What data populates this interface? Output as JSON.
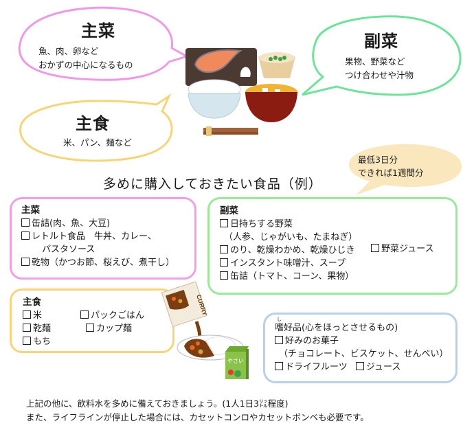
{
  "bubbles": {
    "shusai": {
      "title": "主菜",
      "lines": [
        "魚、肉、卵など",
        "おかずの中心になるもの"
      ],
      "color": "#ee9ae8"
    },
    "fukusai": {
      "title": "副菜",
      "lines": [
        "果物、野菜など",
        "つけ合わせや汁物"
      ],
      "color": "#6fe39a"
    },
    "shushoku": {
      "title": "主食",
      "lines": [
        "米、パン、麺など"
      ],
      "color": "#f6d57a"
    }
  },
  "heading": "多めに購入しておきたい食品（例）",
  "note_bubble": {
    "lines": [
      "最低3日分",
      "できれば1週間分"
    ],
    "color": "#fbe7bd"
  },
  "boxes": {
    "shusai": {
      "title": "主菜",
      "border": "#ef9ee8",
      "items": [
        "缶詰(肉、魚、大豆)",
        "レトルト食品　牛丼、カレー、",
        "乾物（かつお節、桜えび、煮干し）"
      ],
      "continuation": "パスタソース"
    },
    "fukusai": {
      "title": "副菜",
      "border": "#9ce89a",
      "items": [
        "日持ちする野菜",
        "のり、乾燥わかめ、乾燥ひじき",
        "インスタント味噌汁、スープ",
        "缶詰（トマト、コーン、果物）"
      ],
      "continuation": "（人参、じゃがいも、たまねぎ）",
      "side_item": "野菜ジュース"
    },
    "shushoku": {
      "title": "主食",
      "border": "#f6d57a",
      "items_left": [
        "米",
        "乾麺",
        "もち"
      ],
      "items_right": [
        "パックごはん",
        "カップ麺"
      ]
    },
    "shikohin": {
      "title": "嗜好品(心をほっとさせるもの)",
      "ruby": "し",
      "border": "#b9d0ea",
      "items": [
        "好みのお菓子",
        "ドライフルーツ",
        "ジュース"
      ],
      "continuation": "（チョコレート、ビスケット、せんべい）"
    }
  },
  "illustrations": {
    "meal": "japanese-meal-set",
    "curry": "curry-retort-pouch",
    "juice": "vegetable-juice-box",
    "juice_label": "やさい",
    "curry_label": "CURRY"
  },
  "footer": {
    "line1": "上記の他に、飲料水を多めに備えておきましょう。(1人1日3㍑程度)",
    "line2": "また、ライフラインが停止した場合には、カセットコンロやカセットボンベも必要です。"
  }
}
